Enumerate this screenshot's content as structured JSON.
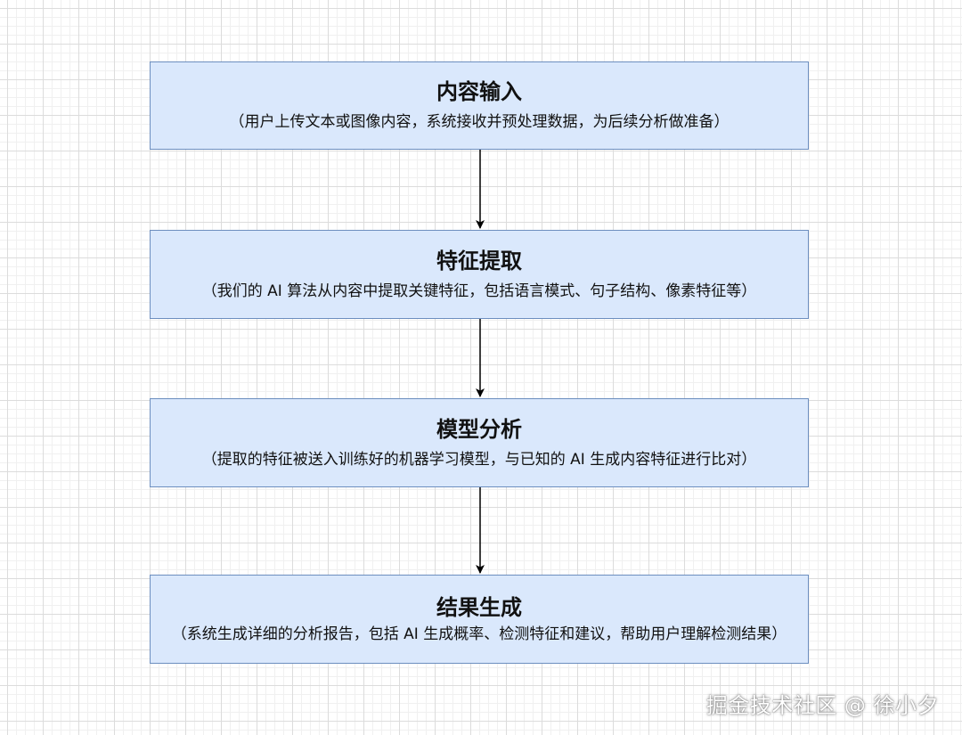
{
  "nodes": [
    {
      "title": "内容输入",
      "description": "（用户上传文本或图像内容，系统接收并预处理数据，为后续分析做准备）"
    },
    {
      "title": "特征提取",
      "description": "（我们的 AI 算法从内容中提取关键特征，包括语言模式、句子结构、像素特征等）"
    },
    {
      "title": "模型分析",
      "description": "（提取的特征被送入训练好的机器学习模型，与已知的 AI 生成内容特征进行比对）"
    },
    {
      "title": "结果生成",
      "description": "（系统生成详细的分析报告，包括 AI 生成概率、检测特征和建议，帮助用户理解检测结果）"
    }
  ],
  "watermark": "掘金技术社区 @ 徐小夕",
  "colors": {
    "node_fill": "#dae8fc",
    "node_border": "#6c8ebf",
    "arrow": "#000000",
    "grid": "#dcdcdc"
  }
}
